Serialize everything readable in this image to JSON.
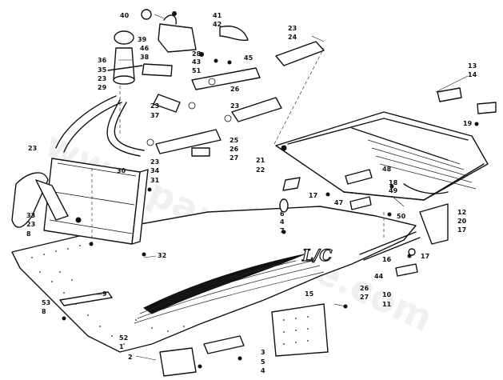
{
  "watermark": "www.partsfiche.com",
  "decal_text": "L/C",
  "callouts": {
    "c40": "40",
    "c41": "41",
    "c42": "42",
    "c39": "39",
    "c23a": "23",
    "c24a": "24",
    "c36": "36",
    "c46": "46",
    "c28": "28",
    "c38": "38",
    "c43": "43",
    "c45": "45",
    "c51": "51",
    "c35": "35",
    "c23b": "23",
    "c29": "29",
    "c13": "13",
    "c14": "14",
    "c26a": "26",
    "c23c": "23",
    "c37": "37",
    "c23d": "23",
    "c19": "19",
    "c25": "25",
    "c26b": "26",
    "c27": "27",
    "c23e": "23",
    "c34": "34",
    "c30": "30",
    "c31": "31",
    "c21": "21",
    "c22": "22",
    "c48": "48",
    "c18": "18",
    "c49": "49",
    "c17a": "17",
    "c47": "47",
    "c12": "12",
    "c20": "20",
    "c50": "50",
    "c17b": "17",
    "c33": "33",
    "c23f": "23",
    "c8a": "8",
    "c6": "6",
    "c4a": "4",
    "c7": "7",
    "c32": "32",
    "c16": "16",
    "c17c": "17",
    "c44": "44",
    "c10": "10",
    "c11": "11",
    "c53": "53",
    "c8b": "8",
    "c9": "9",
    "c26c": "26",
    "c27b": "27",
    "c15": "15",
    "c52": "52",
    "c1": "1",
    "c2": "2",
    "c3": "3",
    "c5": "5",
    "c4b": "4"
  }
}
